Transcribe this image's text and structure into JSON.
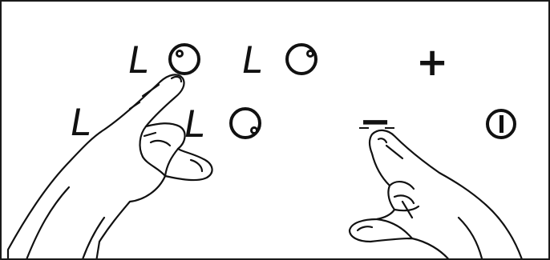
{
  "panel": {
    "zones": [
      {
        "letter": "L",
        "knob_icon": "zone-knob-icon"
      },
      {
        "letter": "L",
        "knob_icon": "zone-knob-icon"
      },
      {
        "letter": "L",
        "knob_icon": "zone-knob-icon"
      },
      {
        "letter": "L",
        "knob_icon": "zone-knob-icon"
      }
    ],
    "plus_label": "+",
    "minus_label": "−",
    "power_icon": "power-icon",
    "left_hand_icon": "pointing-hand-icon",
    "right_hand_icon": "pointing-hand-icon"
  },
  "colors": {
    "ink": "#111111",
    "background": "#ffffff",
    "border": "#1a1a1a"
  }
}
